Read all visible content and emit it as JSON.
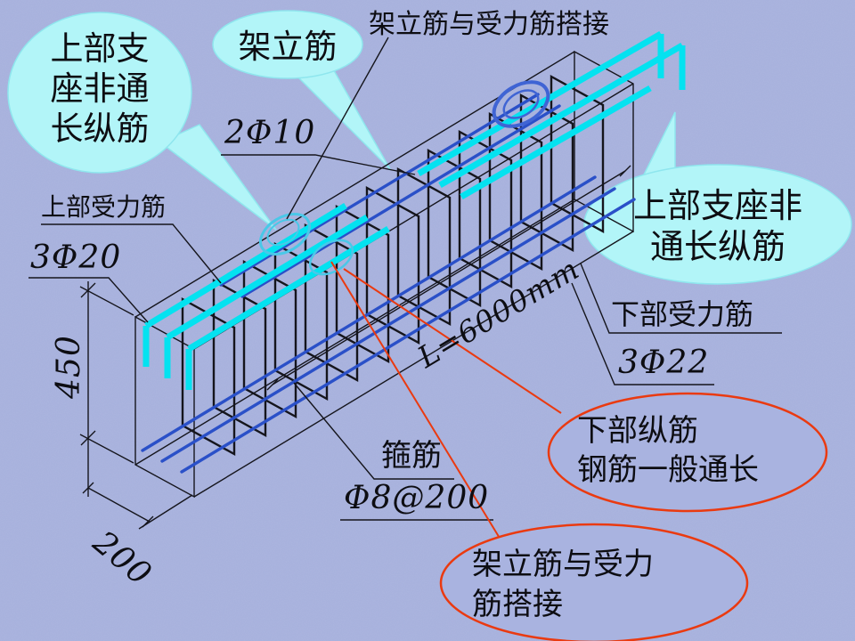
{
  "colors": {
    "background": "#a6b0dc",
    "bubble_fill": "#b2f5f8",
    "bubble_edge": "#8fe6ee",
    "bar_cyan": "#04e2f0",
    "bar_blue": "#2a50c8",
    "lap_ring_cyan": "#49c8e8",
    "lap_ring_blue": "#3f64d4",
    "outline_black": "#15151c",
    "callout_red": "#ea3a10",
    "red_bubble_fill": "#a9b3e0"
  },
  "bubbles": {
    "top_left": {
      "line1": "上部支",
      "line2": "座非通",
      "line3": "长纵筋"
    },
    "hanger": {
      "label": "架立筋"
    },
    "right": {
      "line1": "上部支座非",
      "line2": "通长纵筋"
    },
    "red_bottom_bars": {
      "line1": "下部纵筋",
      "line2": "钢筋一般通长"
    },
    "red_lap": {
      "line1": "架立筋与受力",
      "line2": "筋搭接"
    }
  },
  "notes": {
    "top_lap": "架立筋与受力筋搭接"
  },
  "dimensions": {
    "hanger_spec": "2Φ10",
    "top_bars_label": "上部受力筋",
    "top_bars_spec": "3Φ20",
    "beam_height": "450",
    "beam_width": "200",
    "bottom_bars_label": "下部受力筋",
    "bottom_bars_spec": "3Φ22",
    "beam_length": "L=6000mm",
    "stirrup_label": "箍筋",
    "stirrup_spec": "Φ8@200"
  }
}
